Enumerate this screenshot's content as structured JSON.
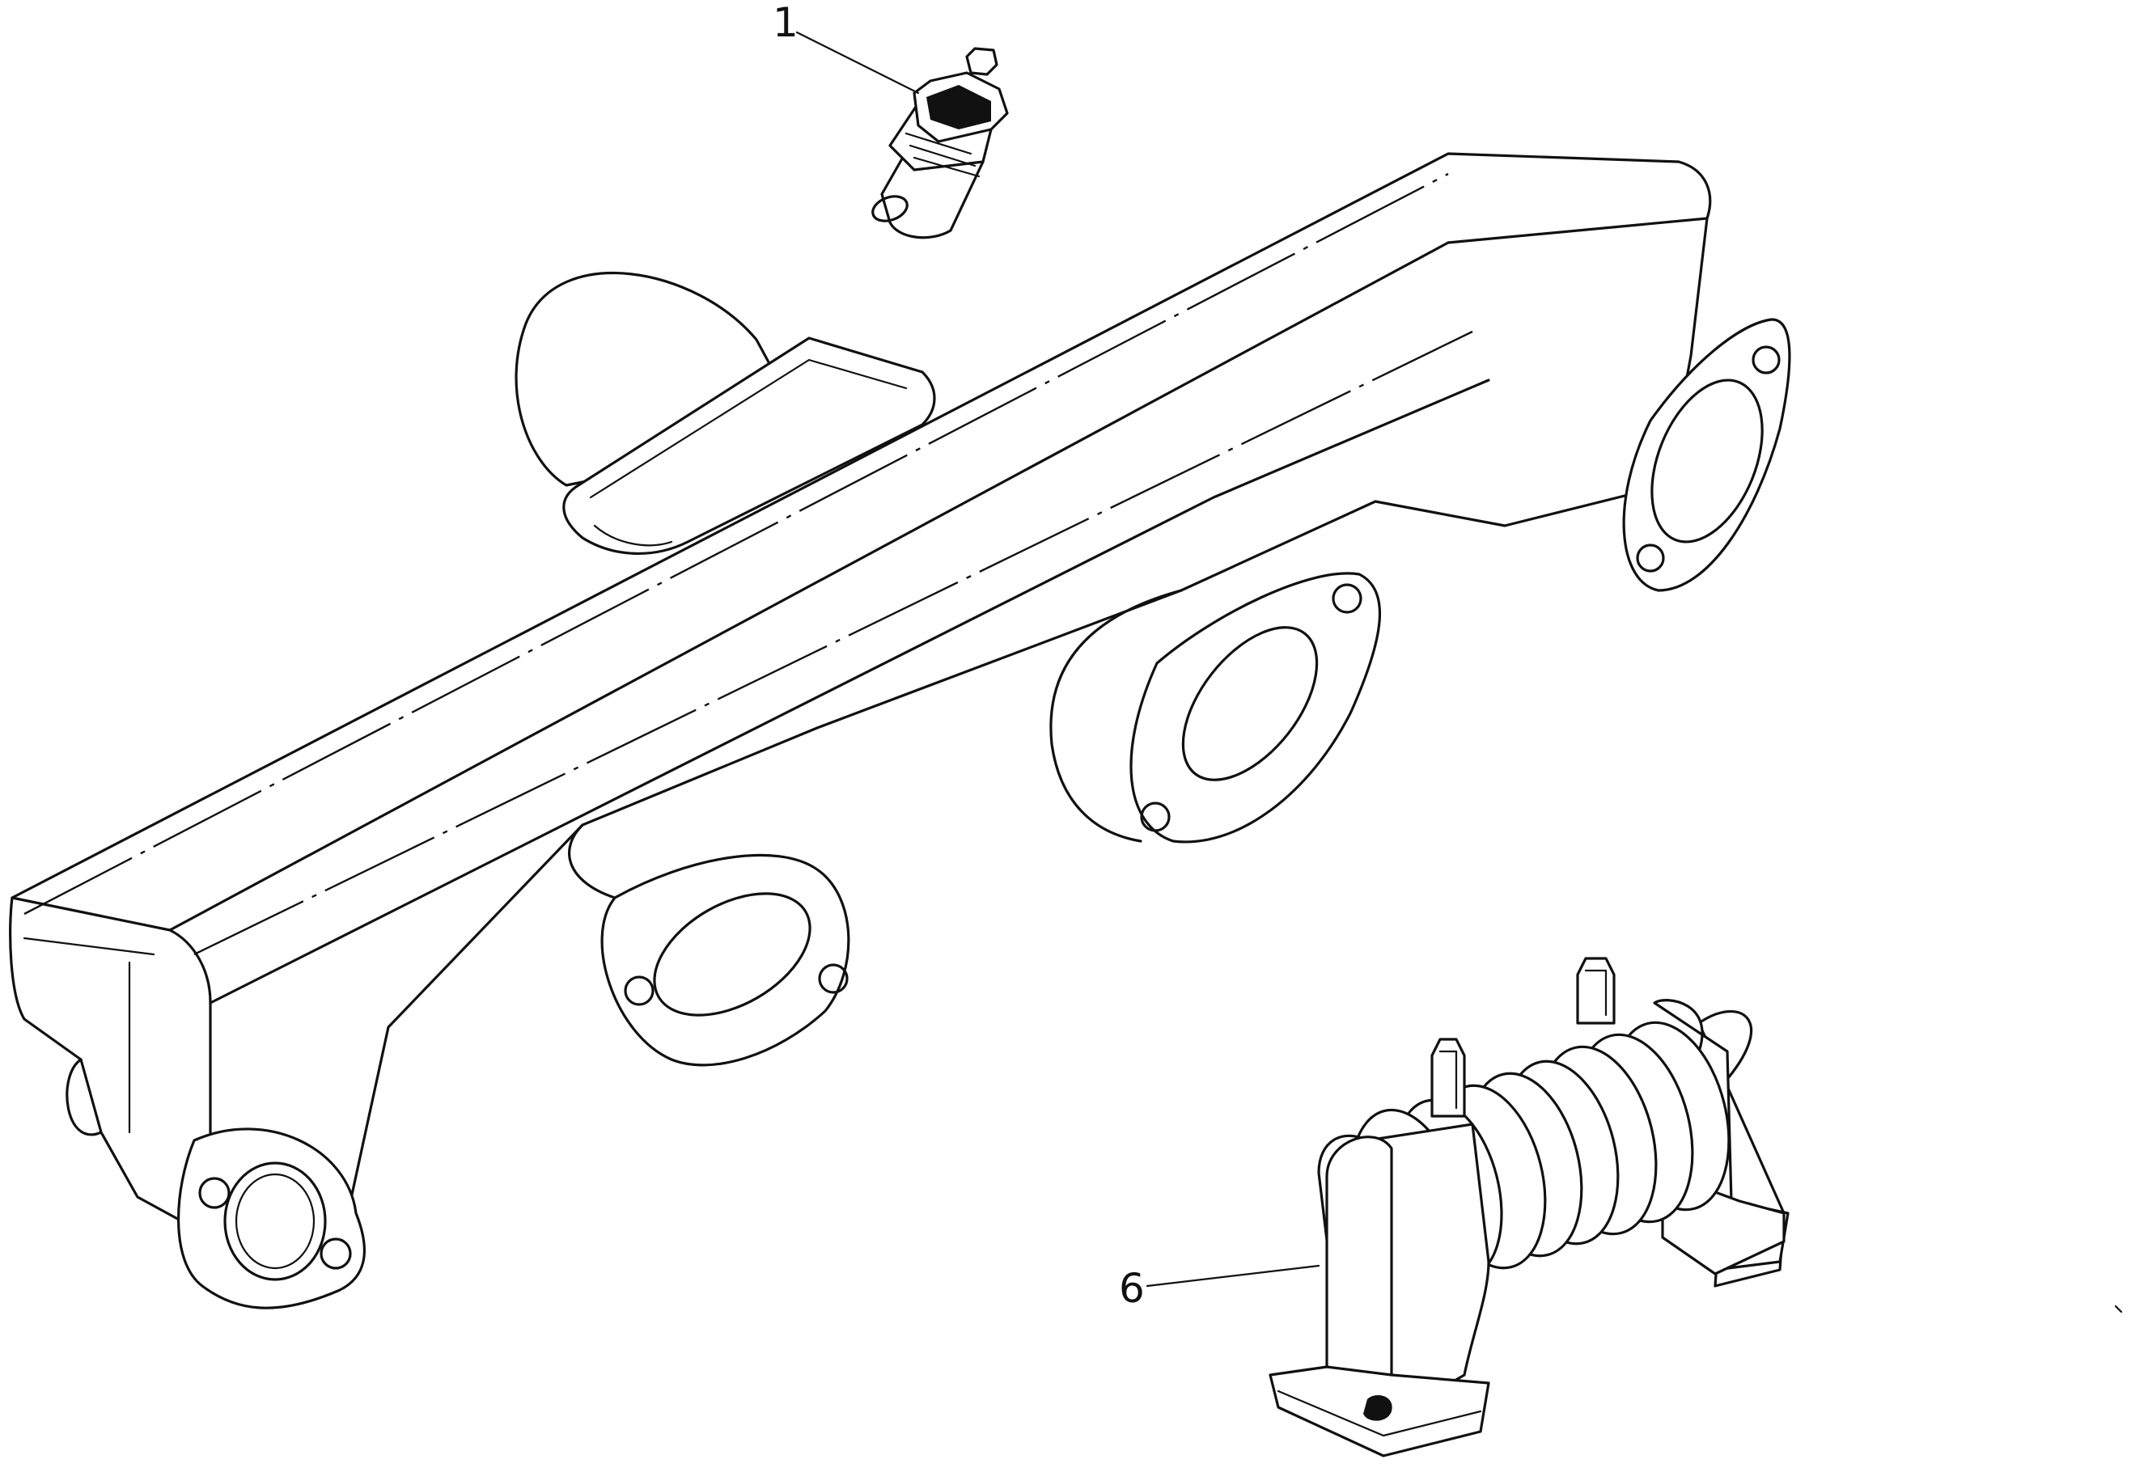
{
  "callouts": [
    {
      "id": "1",
      "label": "1",
      "part": "sensor"
    },
    {
      "id": "6",
      "label": "6",
      "part": "bellows"
    }
  ],
  "colors": {
    "line": "#111111",
    "background": "#ffffff"
  }
}
